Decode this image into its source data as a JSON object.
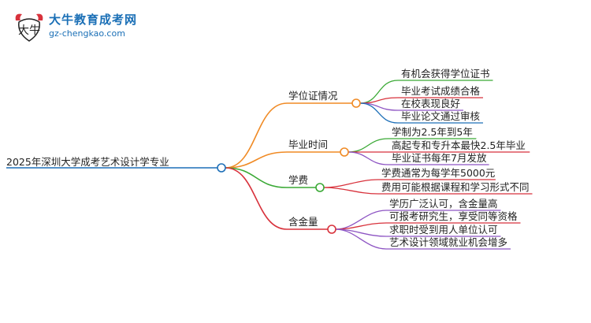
{
  "logo": {
    "mark_text": "大牛",
    "title": "大牛教育成考网",
    "url": "gz-chengkao.com"
  },
  "root": {
    "label": "2025年深圳大学成考艺术设计学专业"
  },
  "branches": [
    {
      "label": "学位证情况",
      "color": "#f08a24",
      "children": [
        {
          "label": "有机会获得学位证书",
          "color": "#3aa935"
        },
        {
          "label": "毕业考试成绩合格",
          "color": "#d8323c"
        },
        {
          "label": "在校表现良好",
          "color": "#8d54c3"
        },
        {
          "label": "毕业论文通过审核",
          "color": "#1d6fb8"
        }
      ]
    },
    {
      "label": "毕业时间",
      "color": "#f08a24",
      "children": [
        {
          "label": "学制为2.5年到5年",
          "color": "#3aa935"
        },
        {
          "label": "高起专和专升本最快2.5年毕业",
          "color": "#d8323c"
        },
        {
          "label": "毕业证书每年7月发放",
          "color": "#8d54c3"
        }
      ]
    },
    {
      "label": "学费",
      "color": "#3aa935",
      "children": [
        {
          "label": "学费通常为每学年5000元",
          "color": "#d8323c"
        },
        {
          "label": "费用可能根据课程和学习形式不同",
          "color": "#d8323c"
        }
      ]
    },
    {
      "label": "含金量",
      "color": "#d8323c",
      "children": [
        {
          "label": "学历广泛认可，含金量高",
          "color": "#8d54c3"
        },
        {
          "label": "可报考研究生，享受同等资格",
          "color": "#d8323c"
        },
        {
          "label": "求职时受到用人单位认可",
          "color": "#8d54c3"
        },
        {
          "label": "艺术设计领域就业机会增多",
          "color": "#8d54c3"
        }
      ]
    }
  ]
}
